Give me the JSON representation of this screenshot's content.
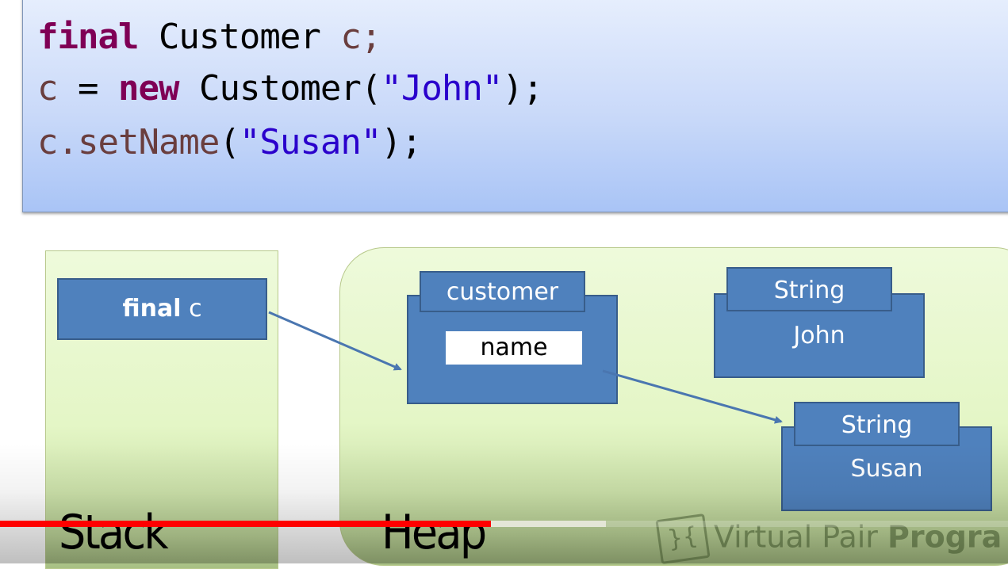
{
  "code": {
    "line1": {
      "kw": "final",
      "type": " Customer ",
      "var": "c",
      "end": ";"
    },
    "line2": {
      "var": "c",
      "op": " = ",
      "kw": "new",
      "type": " Customer(",
      "str": "\"John\"",
      "end": ");"
    },
    "line3": {
      "var": "c.setName",
      "open": "(",
      "str": "\"Susan\"",
      "end": ");"
    }
  },
  "stack": {
    "label": "Stack",
    "variable": {
      "modifier": "final",
      "name": "c"
    }
  },
  "heap": {
    "label": "Heap",
    "customer": {
      "type": "customer",
      "field": "name"
    },
    "strings": [
      {
        "type": "String",
        "value": "John"
      },
      {
        "type": "String",
        "value": "Susan"
      }
    ]
  },
  "watermark": {
    "logo": "}{",
    "text": "Virtual Pair ",
    "bold": "Progra"
  },
  "player": {
    "progress": 0.487,
    "buffered": 0.601,
    "played_color": "#ff0000"
  },
  "colors": {
    "box": "#4f81bd",
    "box_border": "#385d8a",
    "keyword": "#7f0055",
    "string": "#2a00cc"
  }
}
